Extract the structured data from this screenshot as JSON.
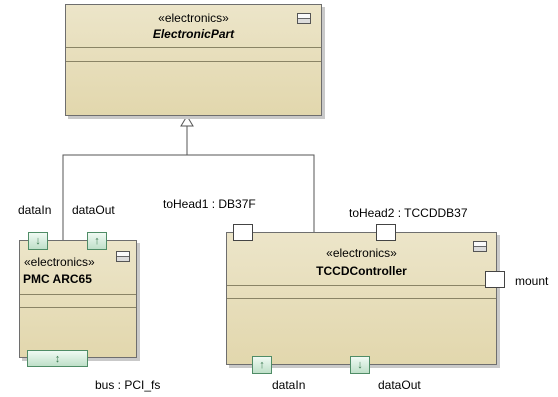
{
  "electronic_part": {
    "stereotype": "«electronics»",
    "name": "ElectronicPart"
  },
  "pmc": {
    "stereotype": "«electronics»",
    "name": "PMC ARC65",
    "ports": {
      "data_in": "dataIn",
      "data_out": "dataOut",
      "bus": "bus : PCI_fs"
    }
  },
  "tccd": {
    "stereotype": "«electronics»",
    "name": "TCCDController",
    "ports": {
      "to_head1": "toHead1 : DB37F",
      "to_head2": "toHead2 : TCCDDB37",
      "mount": "mount",
      "data_in": "dataIn",
      "data_out": "dataOut"
    }
  },
  "icons": {
    "flow_in": "↓",
    "flow_out": "↑",
    "flow_inout": "↕"
  }
}
